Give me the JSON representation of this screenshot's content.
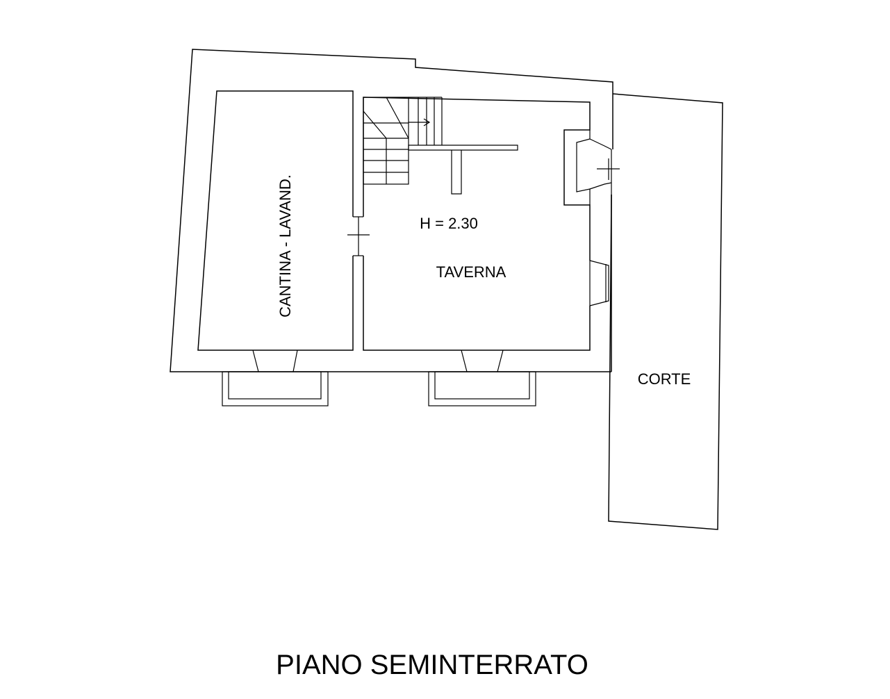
{
  "floor_plan": {
    "title": "PIANO SEMINTERRATO",
    "rooms": [
      {
        "label": "CANTINA - LAVAND."
      },
      {
        "label": "TAVERNA"
      },
      {
        "label": "CORTE"
      }
    ],
    "annotations": {
      "ceiling_height": "H = 2.30"
    },
    "line_color": "#000000",
    "background_color": "#ffffff"
  }
}
